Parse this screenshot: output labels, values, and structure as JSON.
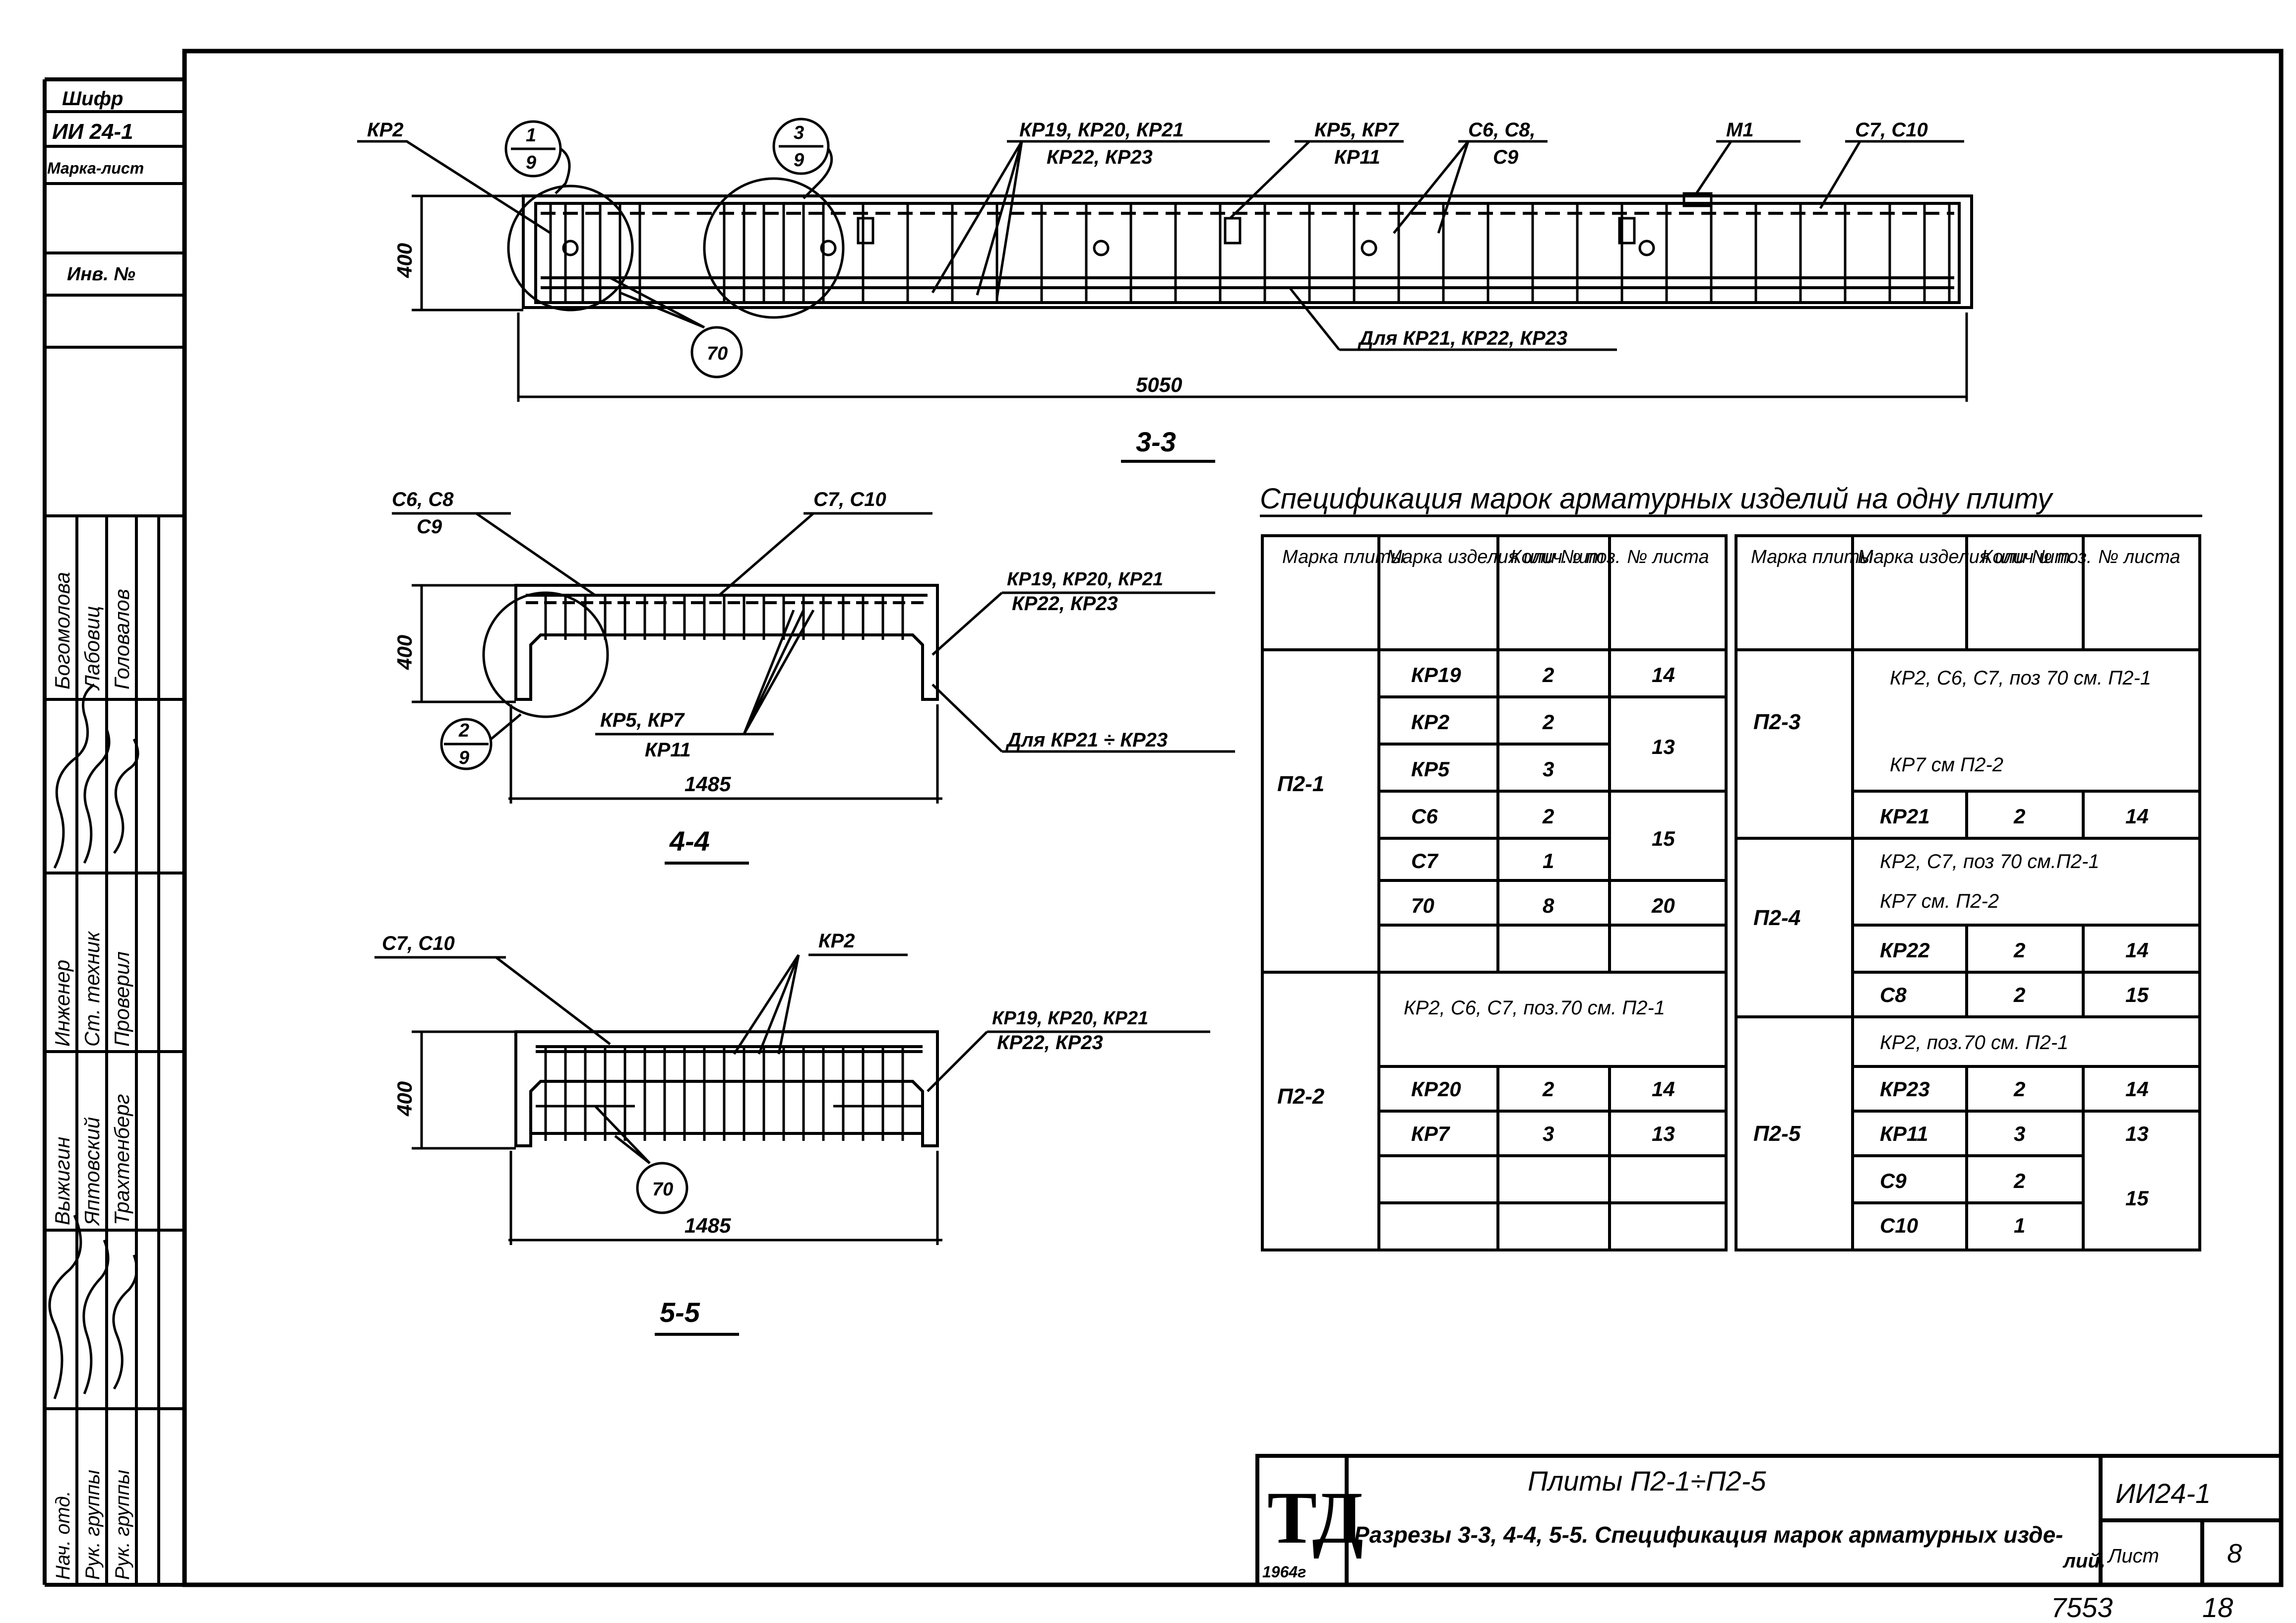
{
  "sidebar": {
    "shifr_label": "Шифр",
    "shifr_value": "ИИ 24-1",
    "marka_list_label": "Марка-лист",
    "inv_label": "Инв. №",
    "roles": [
      "Нач. отд.",
      "Рук. группы",
      "Рук. группы",
      "Выжигин",
      "Яптовский",
      "Трахтенберг"
    ],
    "staff_roles": [
      "Инженер",
      "Ст. техник",
      "Проверил"
    ],
    "staff_names": [
      "Богомолова",
      "Лабовиц",
      "Головалов"
    ]
  },
  "section_33": {
    "title": "3-3",
    "dim_length": "5050",
    "dim_height": "400",
    "callouts": {
      "kr2": "КР2",
      "circle_1": "1",
      "circle_1_sub": "9",
      "circle_3": "3",
      "circle_3_sub": "9",
      "kr_group_a": "КР19, КР20, КР21",
      "kr_group_b": "КР22, КР23",
      "kr5_kr7": "КР5, КР7",
      "kr11": "КР11",
      "c6_c8": "С6, С8,",
      "c9": "С9",
      "m1": "М1",
      "c7_c10": "С7, С10",
      "pos70": "70",
      "for_kr": "Для КР21, КР22, КР23"
    }
  },
  "section_44": {
    "title": "4-4",
    "dim_width": "1485",
    "dim_height": "400",
    "callouts": {
      "c6_c8": "С6, С8",
      "c9": "С9",
      "c7_c10": "С7, С10",
      "kr_group_a": "КР19, КР20, КР21",
      "kr_group_b": "КР22, КР23",
      "kr5_kr7": "КР5, КР7",
      "kr11": "КР11",
      "circle_2": "2",
      "circle_2_sub": "9",
      "for_kr": "Для КР21 ÷ КР23"
    }
  },
  "section_55": {
    "title": "5-5",
    "dim_width": "1485",
    "dim_height": "400",
    "callouts": {
      "c7_c10": "С7, С10",
      "kr2": "КР2",
      "kr_group_a": "КР19, КР20, КР21",
      "kr_group_b": "КР22, КР23",
      "pos70": "70"
    }
  },
  "spec": {
    "title": "Спецификация марок арматурных изделий на одну плиту",
    "headers": [
      "Марка плиты",
      "Марка изделия или № поз.",
      "Колич. шт",
      "№ листа"
    ],
    "headers_right": [
      "Марка плиты",
      "Марка изделия или № поз.",
      "Колич шт.",
      "№ листа"
    ],
    "left": {
      "p21": {
        "mark": "П2-1",
        "rows": [
          [
            "КР19",
            "2",
            "14"
          ],
          [
            "КР2",
            "2",
            "13"
          ],
          [
            "КР5",
            "3",
            ""
          ],
          [
            "С6",
            "2",
            "15"
          ],
          [
            "С7",
            "1",
            ""
          ],
          [
            "70",
            "8",
            "20"
          ]
        ],
        "sheet_merged": "13",
        "sheet_merged2": "15"
      },
      "p22": {
        "mark": "П2-2",
        "note": "КР2, С6, С7, поз.70 см. П2-1",
        "rows": [
          [
            "КР20",
            "2",
            "14"
          ],
          [
            "КР7",
            "3",
            "13"
          ]
        ]
      }
    },
    "right": {
      "p23": {
        "mark": "П2-3",
        "note1": "КР2, С6, С7, поз 70 см. П2-1",
        "note2": "КР7   см П2-2",
        "rows": [
          [
            "КР21",
            "2",
            "14"
          ]
        ]
      },
      "p24": {
        "mark": "П2-4",
        "note1": "КР2, С7, поз 70 см.П2-1",
        "note2": "КР7 см. П2-2",
        "rows": [
          [
            "КР22",
            "2",
            "14"
          ],
          [
            "С8",
            "2",
            "15"
          ]
        ]
      },
      "p25": {
        "mark": "П2-5",
        "note": "КР2, поз.70 см. П2-1",
        "rows": [
          [
            "КР23",
            "2",
            "14"
          ],
          [
            "КР11",
            "3",
            "13"
          ],
          [
            "С9",
            "2",
            ""
          ],
          [
            "С10",
            "1",
            ""
          ]
        ],
        "sheet_merged": "15"
      }
    }
  },
  "stamp": {
    "logo": "ТД",
    "year": "1964г",
    "title1": "Плиты П2-1÷П2-5",
    "title2": "Разрезы 3-3, 4-4, 5-5. Спецификация марок арматурных изде-",
    "title3": "лий.",
    "code": "ИИ24-1",
    "sheet_label": "Лист",
    "sheet_no": "8"
  },
  "footer": {
    "archive_no": "7553",
    "page_no": "18"
  }
}
